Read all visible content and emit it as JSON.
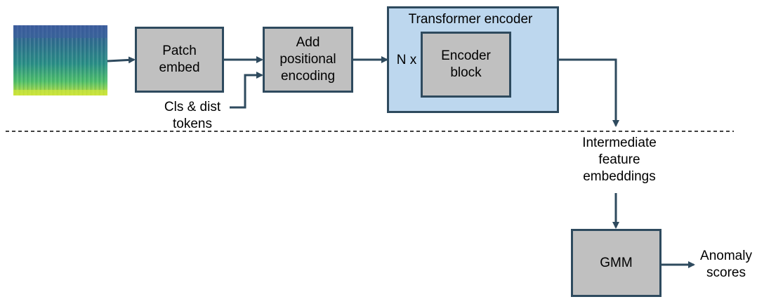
{
  "diagram": {
    "spectrogram_image": "spectrogram-image",
    "patch_embed": "Patch\nembed",
    "add_positional": "Add\npositional\nencoding",
    "transformer_title": "Transformer encoder",
    "nx": "N x",
    "encoder_block": "Encoder\nblock",
    "cls_tokens": "Cls & dist\ntokens",
    "intermediate": "Intermediate\nfeature\nembeddings",
    "gmm": "GMM",
    "anomaly": "Anomaly\nscores",
    "colors": {
      "box_fill": "#c0c0c0",
      "outer_fill": "#bdd7ee",
      "border": "#2e4a5e",
      "arrow": "#2e4a5e"
    }
  }
}
